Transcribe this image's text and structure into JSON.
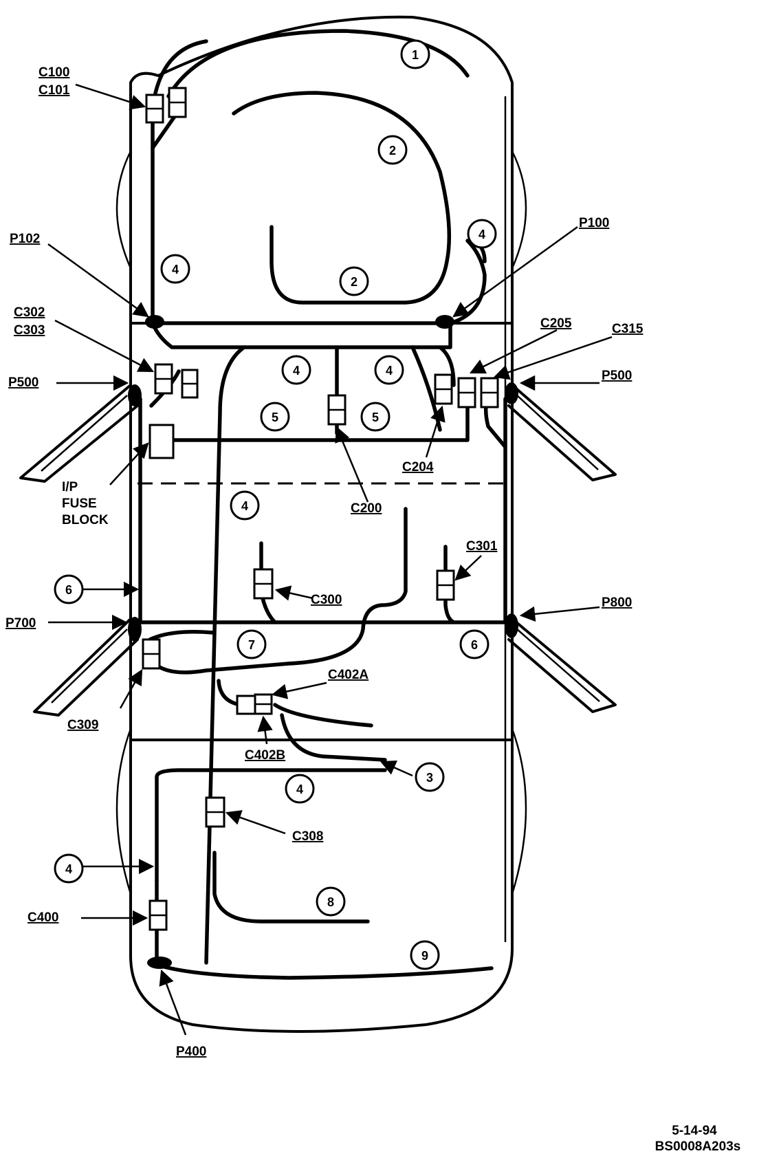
{
  "labels": {
    "c100": "C100",
    "c101": "C101",
    "p102": "P102",
    "p100": "P100",
    "c302": "C302",
    "c303": "C303",
    "c205": "C205",
    "c315": "C315",
    "p500_left": "P500",
    "p500_right": "P500",
    "c204": "C204",
    "ip_fuse_1": "I/P",
    "ip_fuse_2": "FUSE",
    "ip_fuse_3": "BLOCK",
    "c200": "C200",
    "c301": "C301",
    "c300": "C300",
    "p700": "P700",
    "p800": "P800",
    "c309": "C309",
    "c402a": "C402A",
    "c402b": "C402B",
    "c308": "C308",
    "c400": "C400",
    "p400": "P400"
  },
  "callouts": {
    "n1": "1",
    "n2a": "2",
    "n2b": "2",
    "n4_a": "4",
    "n4_b": "4",
    "n4_c": "4",
    "n4_d": "4",
    "n4_e": "4",
    "n5_a": "5",
    "n5_b": "5",
    "n6_a": "6",
    "n6_b": "6",
    "n7": "7",
    "n3": "3",
    "n4_f": "4",
    "n4_g": "4",
    "n8": "8",
    "n9": "9"
  },
  "footer": {
    "date": "5-14-94",
    "code": "BS0008A203s"
  }
}
